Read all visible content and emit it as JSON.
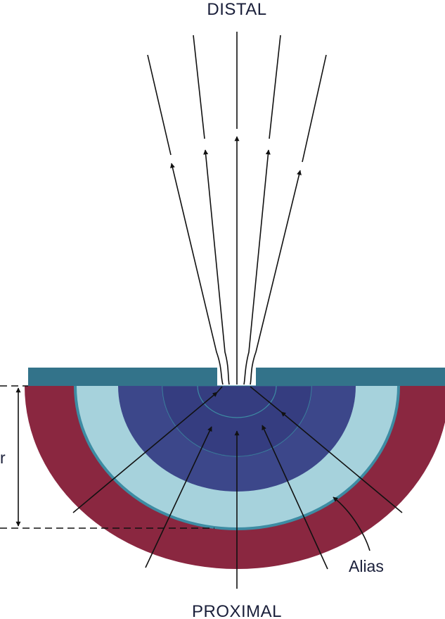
{
  "labels": {
    "top": "DISTAL",
    "bottom": "PROXIMAL",
    "radius": "r",
    "annotation": "Alias"
  },
  "colors": {
    "plate": "#33738a",
    "outer_band": "#8a2740",
    "light_band": "#a6d2dc",
    "mid_band": "#3c478a",
    "inner_band": "#2f3479",
    "band_edge": "#3d8ca3",
    "line": "#111111",
    "text": "#1a1f3a"
  }
}
